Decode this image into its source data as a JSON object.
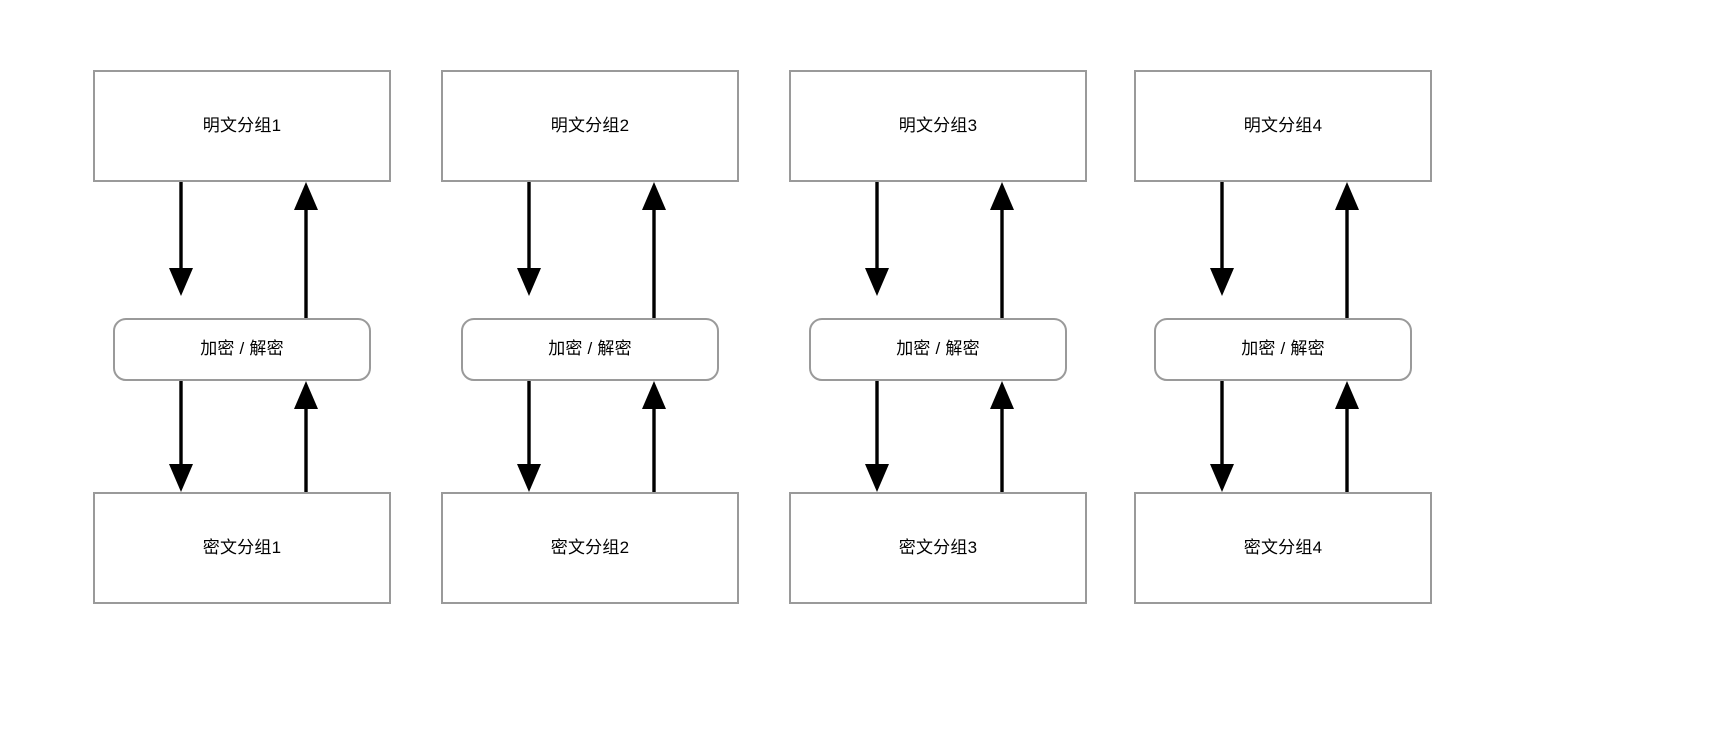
{
  "diagram": {
    "title": "",
    "colors": {
      "box_border": "#9a9a9a",
      "box_fill": "#ffffff",
      "arrow": "#000000",
      "text": "#000000",
      "background": "#ffffff"
    },
    "columns": [
      {
        "plain_label": "明文分组1",
        "crypt_label": "加密 / 解密",
        "cipher_label": "密文分组1"
      },
      {
        "plain_label": "明文分组2",
        "crypt_label": "加密 / 解密",
        "cipher_label": "密文分组2"
      },
      {
        "plain_label": "明文分组3",
        "crypt_label": "加密 / 解密",
        "cipher_label": "密文分组3"
      },
      {
        "plain_label": "明文分组4",
        "crypt_label": "加密 / 解密",
        "cipher_label": "密文分组4"
      }
    ]
  }
}
